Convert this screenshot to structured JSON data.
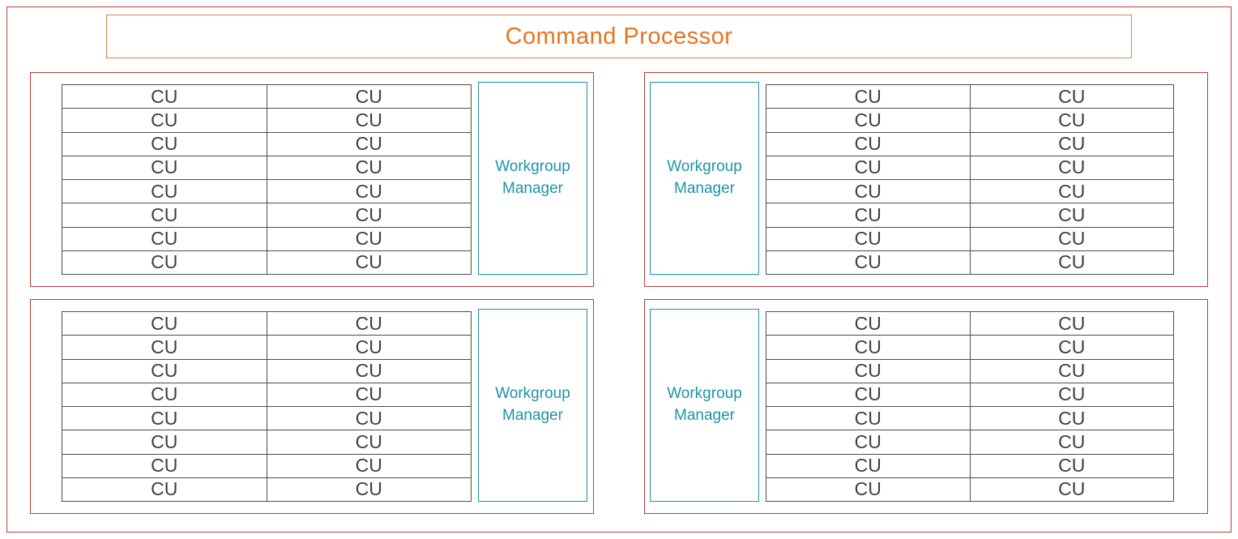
{
  "command_processor": {
    "label": "Command Processor"
  },
  "quadrants": [
    {
      "position": "top-left",
      "manager_side": "right",
      "manager_label": "Workgroup Manager",
      "grid": {
        "rows": 8,
        "cols": 2,
        "cell_label": "CU"
      }
    },
    {
      "position": "top-right",
      "manager_side": "left",
      "manager_label": "Workgroup Manager",
      "grid": {
        "rows": 8,
        "cols": 2,
        "cell_label": "CU"
      }
    },
    {
      "position": "bottom-left",
      "manager_side": "right",
      "manager_label": "Workgroup Manager",
      "grid": {
        "rows": 8,
        "cols": 2,
        "cell_label": "CU"
      }
    },
    {
      "position": "bottom-right",
      "manager_side": "left",
      "manager_label": "Workgroup Manager",
      "grid": {
        "rows": 8,
        "cols": 2,
        "cell_label": "CU"
      }
    }
  ],
  "colors": {
    "frame_border": "#c23b3b",
    "engine_border": "#c23b3b",
    "command_processor_text": "#e87320",
    "command_processor_border": "#e08050",
    "workgroup_manager": "#1e93a8",
    "cu_text": "#3f3f3f",
    "cu_cell_border": "#4d4d4d"
  }
}
